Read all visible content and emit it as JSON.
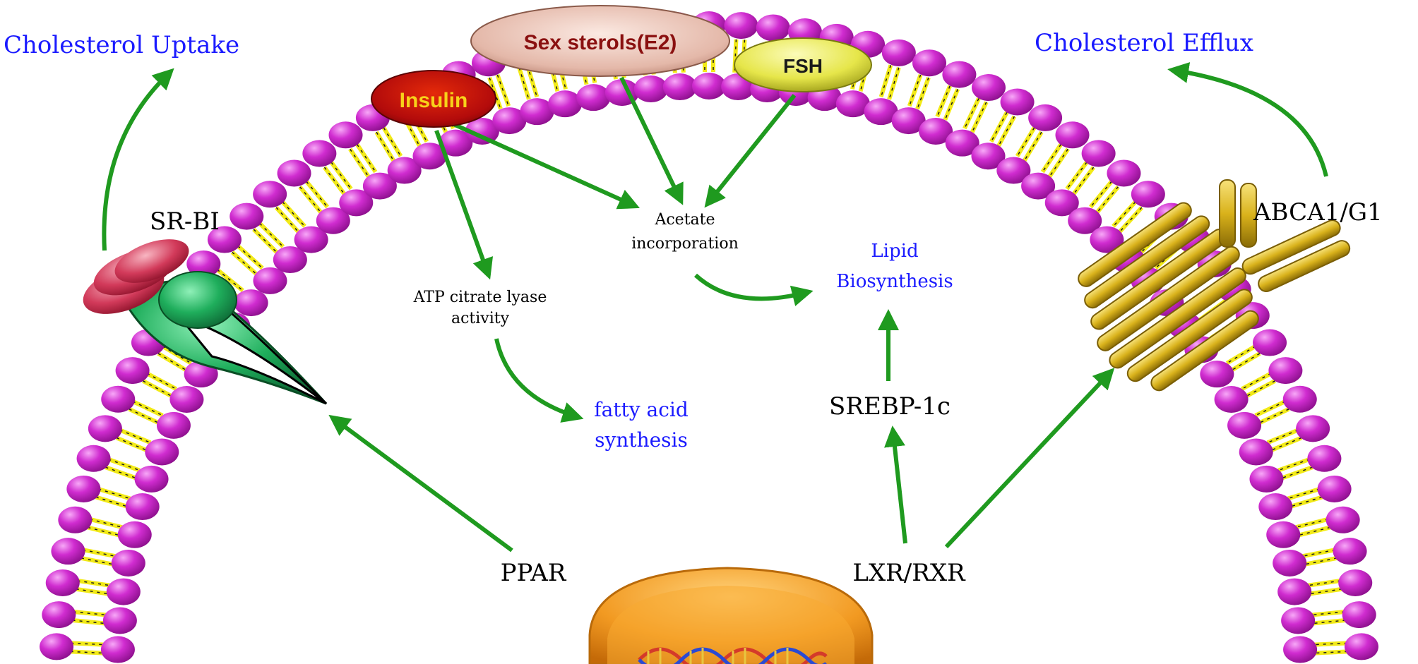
{
  "labels": {
    "cholesterol_uptake": "Cholesterol Uptake",
    "cholesterol_efflux": "Cholesterol Efflux",
    "sr_bi": "SR-BI",
    "abca1_g1": "ABCA1/G1",
    "acetate_line1": "Acetate",
    "acetate_line2": "incorporation",
    "lipid_line1": "Lipid",
    "lipid_line2": "Biosynthesis",
    "atp_line1": "ATP citrate lyase",
    "atp_line2": "activity",
    "fatty_line1": "fatty acid",
    "fatty_line2": "synthesis",
    "srebp": "SREBP-1c",
    "ppar": "PPAR",
    "lxr_rxr": "LXR/RXR"
  },
  "bubbles": {
    "sex_sterols": "Sex sterols(E2)",
    "fsh": "FSH",
    "insulin": "Insulin"
  },
  "colors": {
    "arrow": "#1f9a1f",
    "lipid_head": "#c21cc2",
    "lipid_tail": "#f2ea18",
    "blue_text": "#1a1aff",
    "abca_gold": "#d9b21b",
    "srbi_green": "#1fae5c",
    "srbi_red": "#d23a5a",
    "nucleus": "#f2a93a"
  }
}
